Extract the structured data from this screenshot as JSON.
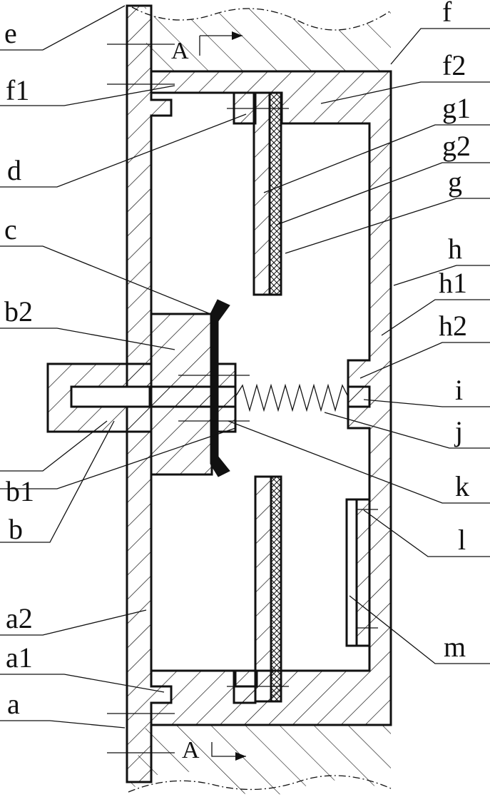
{
  "labels": {
    "e": "e",
    "f": "f",
    "f1": "f1",
    "f2": "f2",
    "g1": "g1",
    "g2": "g2",
    "g": "g",
    "d": "d",
    "c": "c",
    "h": "h",
    "h1": "h1",
    "h2": "h2",
    "b2": "b2",
    "i": "i",
    "j": "j",
    "k": "k",
    "b1": "b1",
    "b": "b",
    "l": "l",
    "m": "m",
    "a2": "a2",
    "a1": "a1",
    "a": "a"
  },
  "section_marks": {
    "top": "A",
    "bottom": "A"
  },
  "colors": {
    "line": "#111111",
    "background": "#ffffff"
  }
}
